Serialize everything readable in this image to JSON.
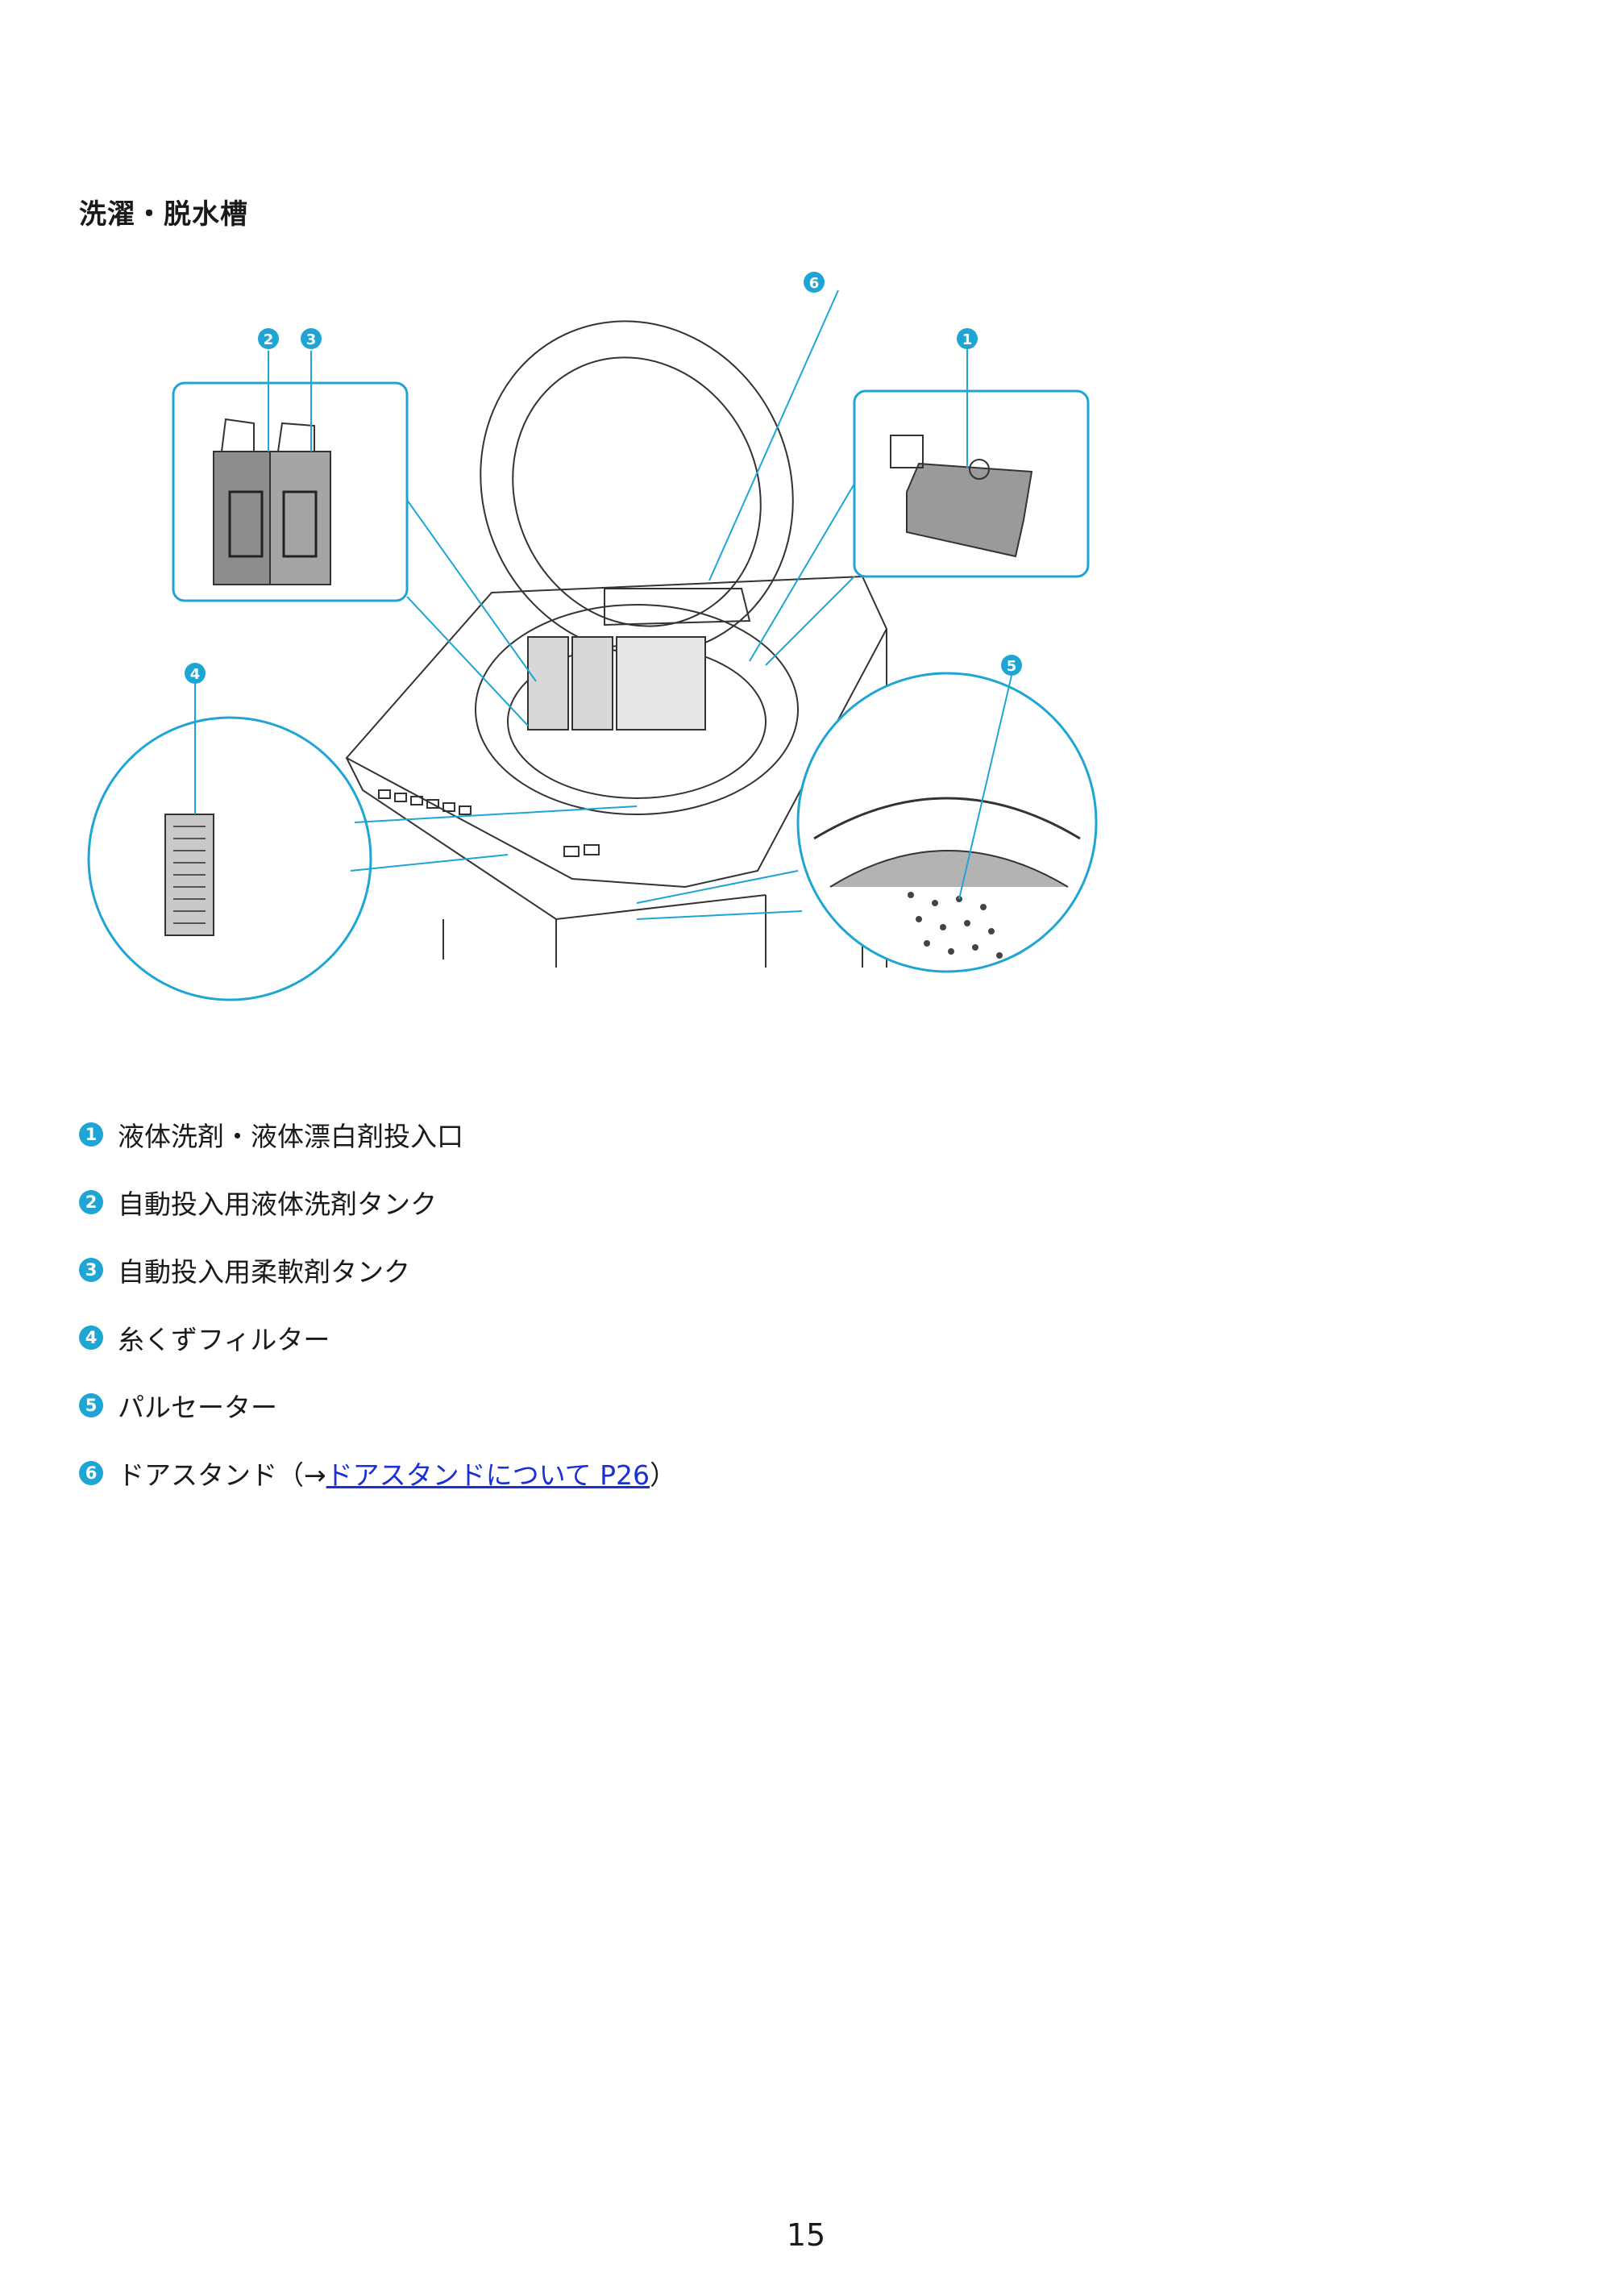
{
  "section": {
    "title": "洗濯・脱水槽"
  },
  "callouts": [
    "1",
    "2",
    "3",
    "4",
    "5",
    "6"
  ],
  "legend": [
    {
      "num": "1",
      "label": "液体洗剤・液体漂白剤投入口"
    },
    {
      "num": "2",
      "label": "自動投入用液体洗剤タンク"
    },
    {
      "num": "3",
      "label": "自動投入用柔軟剤タンク"
    },
    {
      "num": "4",
      "label": "糸くずフィルター"
    },
    {
      "num": "5",
      "label": "パルセーター"
    },
    {
      "num": "6",
      "label": "ドアスタンド",
      "prefix": "（→",
      "link": "ドアスタンドについて P26",
      "suffix": "）"
    }
  ],
  "page": {
    "number": "15"
  },
  "colors": {
    "accent": "#1fa5d4",
    "link": "#1b2fd6"
  }
}
